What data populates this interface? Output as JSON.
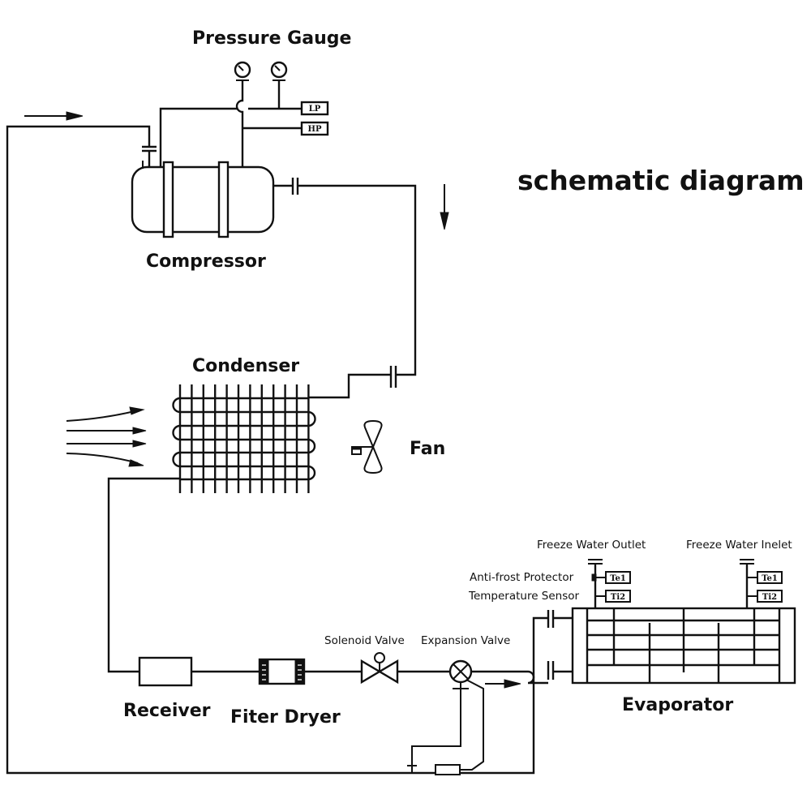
{
  "title": "schematic diagram",
  "labels": {
    "pressure_gauge": "Pressure Gauge",
    "compressor": "Compressor",
    "condenser": "Condenser",
    "fan": "Fan",
    "receiver": "Receiver",
    "filter_dryer": "Fiter Dryer",
    "solenoid_valve": "Solenoid Valve",
    "expansion_valve": "Expansion Valve",
    "evaporator": "Evaporator",
    "freeze_water_outlet": "Freeze Water Outlet",
    "freeze_water_inlet": "Freeze Water Inelet",
    "anti_frost_protector": "Anti-frost Protector",
    "temperature_sensor": "Temperature Sensor"
  },
  "switches": {
    "low_pressure": "LP",
    "high_pressure": "HP"
  },
  "sensors": {
    "outlet_top": "Te1",
    "outlet_bottom": "Ti2",
    "inlet_top": "Te1",
    "inlet_bottom": "Ti2"
  },
  "components": [
    {
      "id": "pressure-gauge-1",
      "type": "pressure-gauge"
    },
    {
      "id": "pressure-gauge-2",
      "type": "pressure-gauge"
    },
    {
      "id": "compressor",
      "type": "compressor"
    },
    {
      "id": "condenser",
      "type": "condenser-coil"
    },
    {
      "id": "fan",
      "type": "fan"
    },
    {
      "id": "receiver",
      "type": "receiver-tank"
    },
    {
      "id": "filter-dryer",
      "type": "filter-dryer"
    },
    {
      "id": "solenoid-valve",
      "type": "solenoid-valve"
    },
    {
      "id": "expansion-valve",
      "type": "expansion-valve"
    },
    {
      "id": "evaporator",
      "type": "shell-tube-evaporator"
    }
  ],
  "flow_arrows": [
    "right",
    "down",
    "right"
  ],
  "air_arrows": 4
}
